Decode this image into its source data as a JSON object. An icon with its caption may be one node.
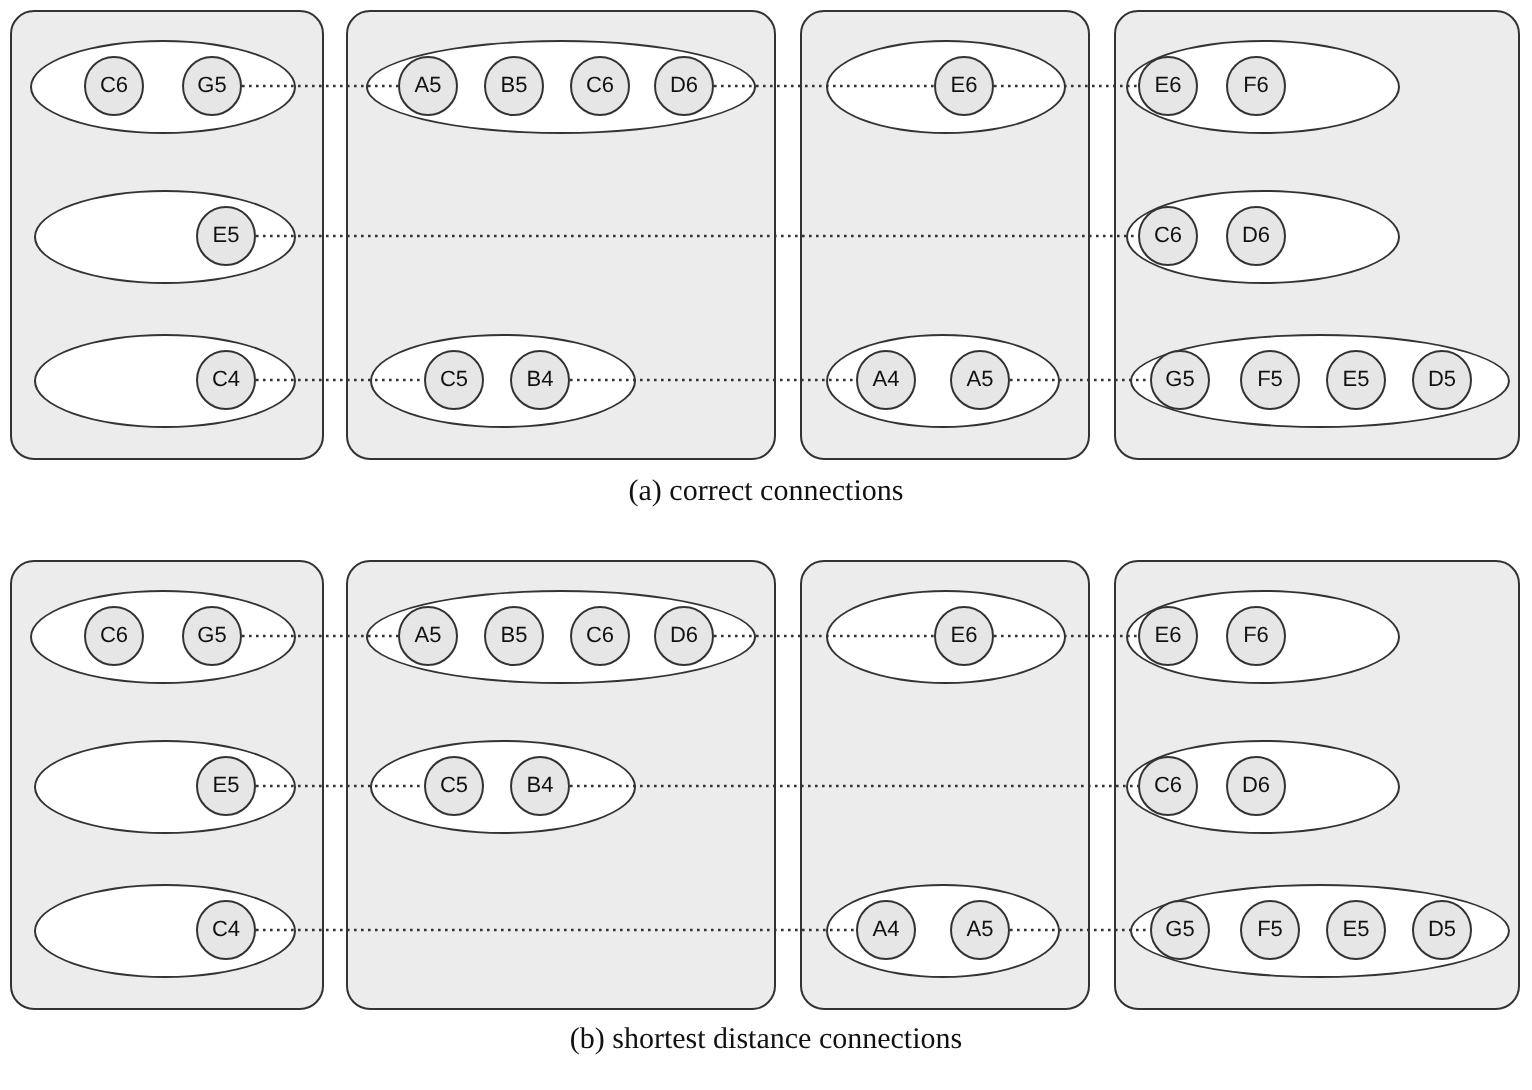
{
  "diagram": {
    "nodes": [
      {
        "text": [],
        "shape": "box"
      },
      {
        "text": [],
        "shape": "ellipse",
        "in": 0
      },
      {
        "text": [
          "C6"
        ],
        "in": 1
      },
      {
        "text": [
          "G5"
        ],
        "in": 1
      },
      {
        "text": [],
        "shape": "ellipse",
        "in": 0
      },
      {
        "text": [
          "E5"
        ],
        "in": 4
      },
      {
        "text": [],
        "shape": "ellipse",
        "in": 0
      },
      {
        "text": [
          "C4"
        ],
        "in": 6
      },
      {
        "text": [],
        "shape": "box"
      },
      {
        "text": [],
        "shape": "ellipse",
        "in": 8
      },
      {
        "text": [
          "A5"
        ],
        "in": 9
      },
      {
        "text": [
          "B5"
        ],
        "in": 9
      },
      {
        "text": [
          "C6"
        ],
        "in": 9
      },
      {
        "text": [
          "D6"
        ],
        "in": 9
      },
      {
        "text": [],
        "shape": "ellipse",
        "in": 8
      },
      {
        "text": [
          "C5"
        ],
        "in": 14
      },
      {
        "text": [
          "B4"
        ],
        "in": 14
      },
      {
        "text": [],
        "shape": "box"
      },
      {
        "text": [],
        "shape": "ellipse",
        "in": 17
      },
      {
        "text": [
          "E6"
        ],
        "in": 18
      },
      {
        "text": [],
        "shape": "ellipse",
        "in": 17
      },
      {
        "text": [
          "A4"
        ],
        "in": 20
      },
      {
        "text": [
          "A5"
        ],
        "in": 20
      },
      {
        "text": [],
        "shape": "box"
      },
      {
        "text": [],
        "shape": "ellipse",
        "in": 23
      },
      {
        "text": [
          "E6"
        ],
        "in": 24
      },
      {
        "text": [
          "F6"
        ],
        "in": 24
      },
      {
        "text": [],
        "shape": "ellipse",
        "in": 23
      },
      {
        "text": [
          "C6"
        ],
        "in": 27
      },
      {
        "text": [
          "D6"
        ],
        "in": 27
      },
      {
        "text": [],
        "shape": "ellipse",
        "in": 23
      },
      {
        "text": [
          "G5"
        ],
        "in": 30
      },
      {
        "text": [
          "F5"
        ],
        "in": 30
      },
      {
        "text": [
          "E5"
        ],
        "in": 30
      },
      {
        "text": [
          "D5"
        ],
        "in": 30
      },
      {
        "text": [],
        "shape": "box"
      },
      {
        "text": [],
        "shape": "ellipse",
        "in": 35
      },
      {
        "text": [
          "C6"
        ],
        "in": 36
      },
      {
        "text": [
          "G5"
        ],
        "in": 36
      },
      {
        "text": [],
        "shape": "ellipse",
        "in": 35
      },
      {
        "text": [
          "E5"
        ],
        "in": 39
      },
      {
        "text": [],
        "shape": "ellipse",
        "in": 35
      },
      {
        "text": [
          "C4"
        ],
        "in": 41
      },
      {
        "text": [],
        "shape": "box"
      },
      {
        "text": [],
        "shape": "ellipse",
        "in": 43
      },
      {
        "text": [
          "A5"
        ],
        "in": 44
      },
      {
        "text": [
          "B5"
        ],
        "in": 44
      },
      {
        "text": [
          "C6"
        ],
        "in": 44
      },
      {
        "text": [
          "D6"
        ],
        "in": 44
      },
      {
        "text": [],
        "shape": "ellipse",
        "in": 43
      },
      {
        "text": [
          "C5"
        ],
        "in": 49
      },
      {
        "text": [
          "B4"
        ],
        "in": 49
      },
      {
        "text": [],
        "shape": "box"
      },
      {
        "text": [],
        "shape": "ellipse",
        "in": 52
      },
      {
        "text": [
          "E6"
        ],
        "in": 53
      },
      {
        "text": [],
        "shape": "ellipse",
        "in": 52
      },
      {
        "text": [
          "A4"
        ],
        "in": 55
      },
      {
        "text": [
          "A5"
        ],
        "in": 55
      },
      {
        "text": [],
        "shape": "box"
      },
      {
        "text": [],
        "shape": "ellipse",
        "in": 58
      },
      {
        "text": [
          "E6"
        ],
        "in": 59
      },
      {
        "text": [
          "F6"
        ],
        "in": 59
      },
      {
        "text": [],
        "shape": "ellipse",
        "in": 58
      },
      {
        "text": [
          "C6"
        ],
        "in": 62
      },
      {
        "text": [
          "D6"
        ],
        "in": 62
      },
      {
        "text": [],
        "shape": "ellipse",
        "in": 58
      },
      {
        "text": [
          "G5"
        ],
        "in": 65
      },
      {
        "text": [
          "F5"
        ],
        "in": 65
      },
      {
        "text": [
          "E5"
        ],
        "in": 65
      },
      {
        "text": [
          "D5"
        ],
        "in": 65
      }
    ],
    "edges": [
      {
        "from": 3,
        "to": 10,
        "arrow": "none"
      },
      {
        "from": 13,
        "to": 19,
        "arrow": "none"
      },
      {
        "from": 19,
        "to": 25,
        "arrow": "none"
      },
      {
        "from": 5,
        "to": 28,
        "arrow": "none"
      },
      {
        "from": 7,
        "to": 15,
        "arrow": "none"
      },
      {
        "from": 16,
        "to": 21,
        "arrow": "none"
      },
      {
        "from": 22,
        "to": 31,
        "arrow": "none"
      },
      {
        "from": 38,
        "to": 45,
        "arrow": "none"
      },
      {
        "from": 48,
        "to": 54,
        "arrow": "none"
      },
      {
        "from": 54,
        "to": 60,
        "arrow": "none"
      },
      {
        "from": 40,
        "to": 50,
        "arrow": "none"
      },
      {
        "from": 51,
        "to": 63,
        "arrow": "none"
      },
      {
        "from": 42,
        "to": 56,
        "arrow": "none"
      },
      {
        "from": 57,
        "to": 66,
        "arrow": "none"
      }
    ],
    "labels": [
      "(a) correct connections",
      "(b) shortest distance connections"
    ]
  }
}
